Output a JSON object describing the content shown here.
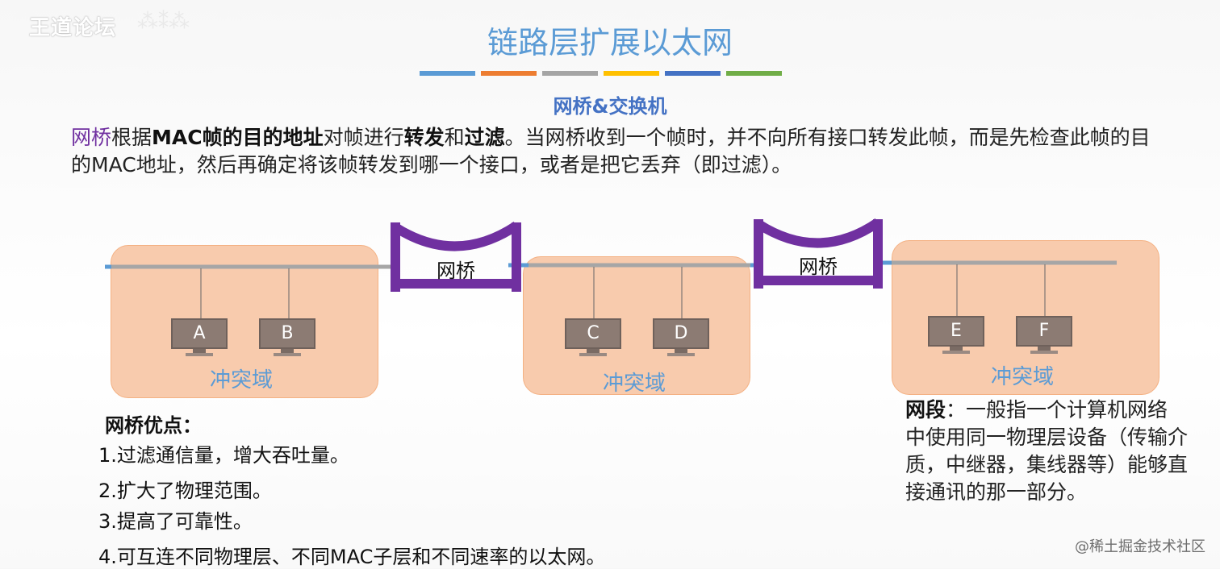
{
  "header": {
    "logo": "王道论坛",
    "title": "链路层扩展以太网",
    "subtitle": "网桥&交换机",
    "bar_colors": [
      "#5b9bd5",
      "#ed7d31",
      "#a5a5a5",
      "#ffc000",
      "#4472c4",
      "#70ad47"
    ]
  },
  "intro": {
    "p1": "网桥",
    "p2": "根据",
    "p3": "MAC帧的目的地址",
    "p4": "对帧进行",
    "p5": "转发",
    "p6": "和",
    "p7": "过滤",
    "p8": "。当网桥收到一个帧时，并不向所有接口转发此帧，而是先检查此帧的目的MAC地址，然后再确定将该帧转发到哪一个接口，或者是把它丢弃（即过滤）。"
  },
  "diagram": {
    "bridge_label": "网桥",
    "domain_label": "冲突域",
    "hosts": [
      "A",
      "B",
      "C",
      "D",
      "E",
      "F"
    ],
    "colors": {
      "domain_fill": "#f8cbad",
      "bridge": "#7030a0",
      "bus": "#a6a6a6",
      "host": "#8c7b73",
      "link_end": "#5b9bd5"
    }
  },
  "advantages": {
    "title": "网桥优点：",
    "items": [
      "1.过滤通信量，增大吞吐量。",
      "2.扩大了物理范围。",
      "3.提高了可靠性。",
      "4.可互连不同物理层、不同MAC子层和不同速率的以太网。"
    ]
  },
  "segment": {
    "term": "网段",
    "definition": "：一般指一个计算机网络中使用同一物理层设备（传输介质，中继器，集线器等）能够直接通讯的那一部分。"
  },
  "watermark": "@稀土掘金技术社区"
}
